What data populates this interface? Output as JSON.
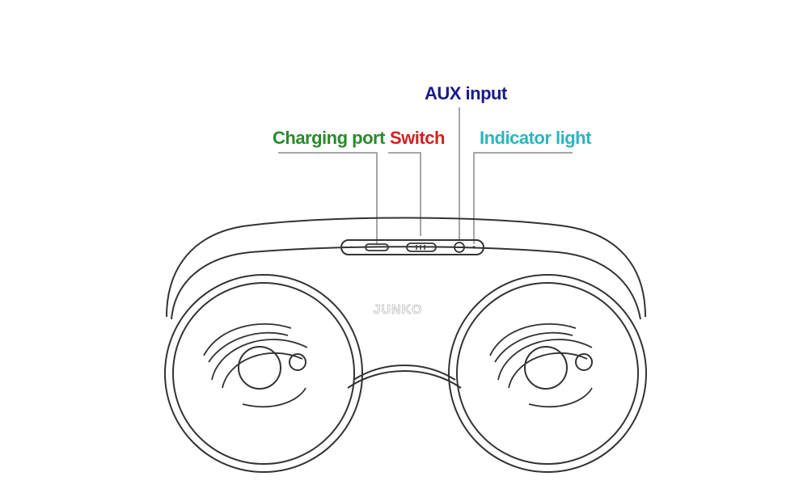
{
  "diagram": {
    "labels": {
      "aux_input": "AUX input",
      "charging_port": "Charging port",
      "switch": "Switch",
      "indicator_light": "Indicator light"
    },
    "brand_mark": "JUNKO",
    "colors": {
      "aux_input": "#1a1a8c",
      "charging_port": "#2a8a2a",
      "switch": "#d42020",
      "indicator_light": "#2ab5c0",
      "line_art": "#333333"
    }
  }
}
